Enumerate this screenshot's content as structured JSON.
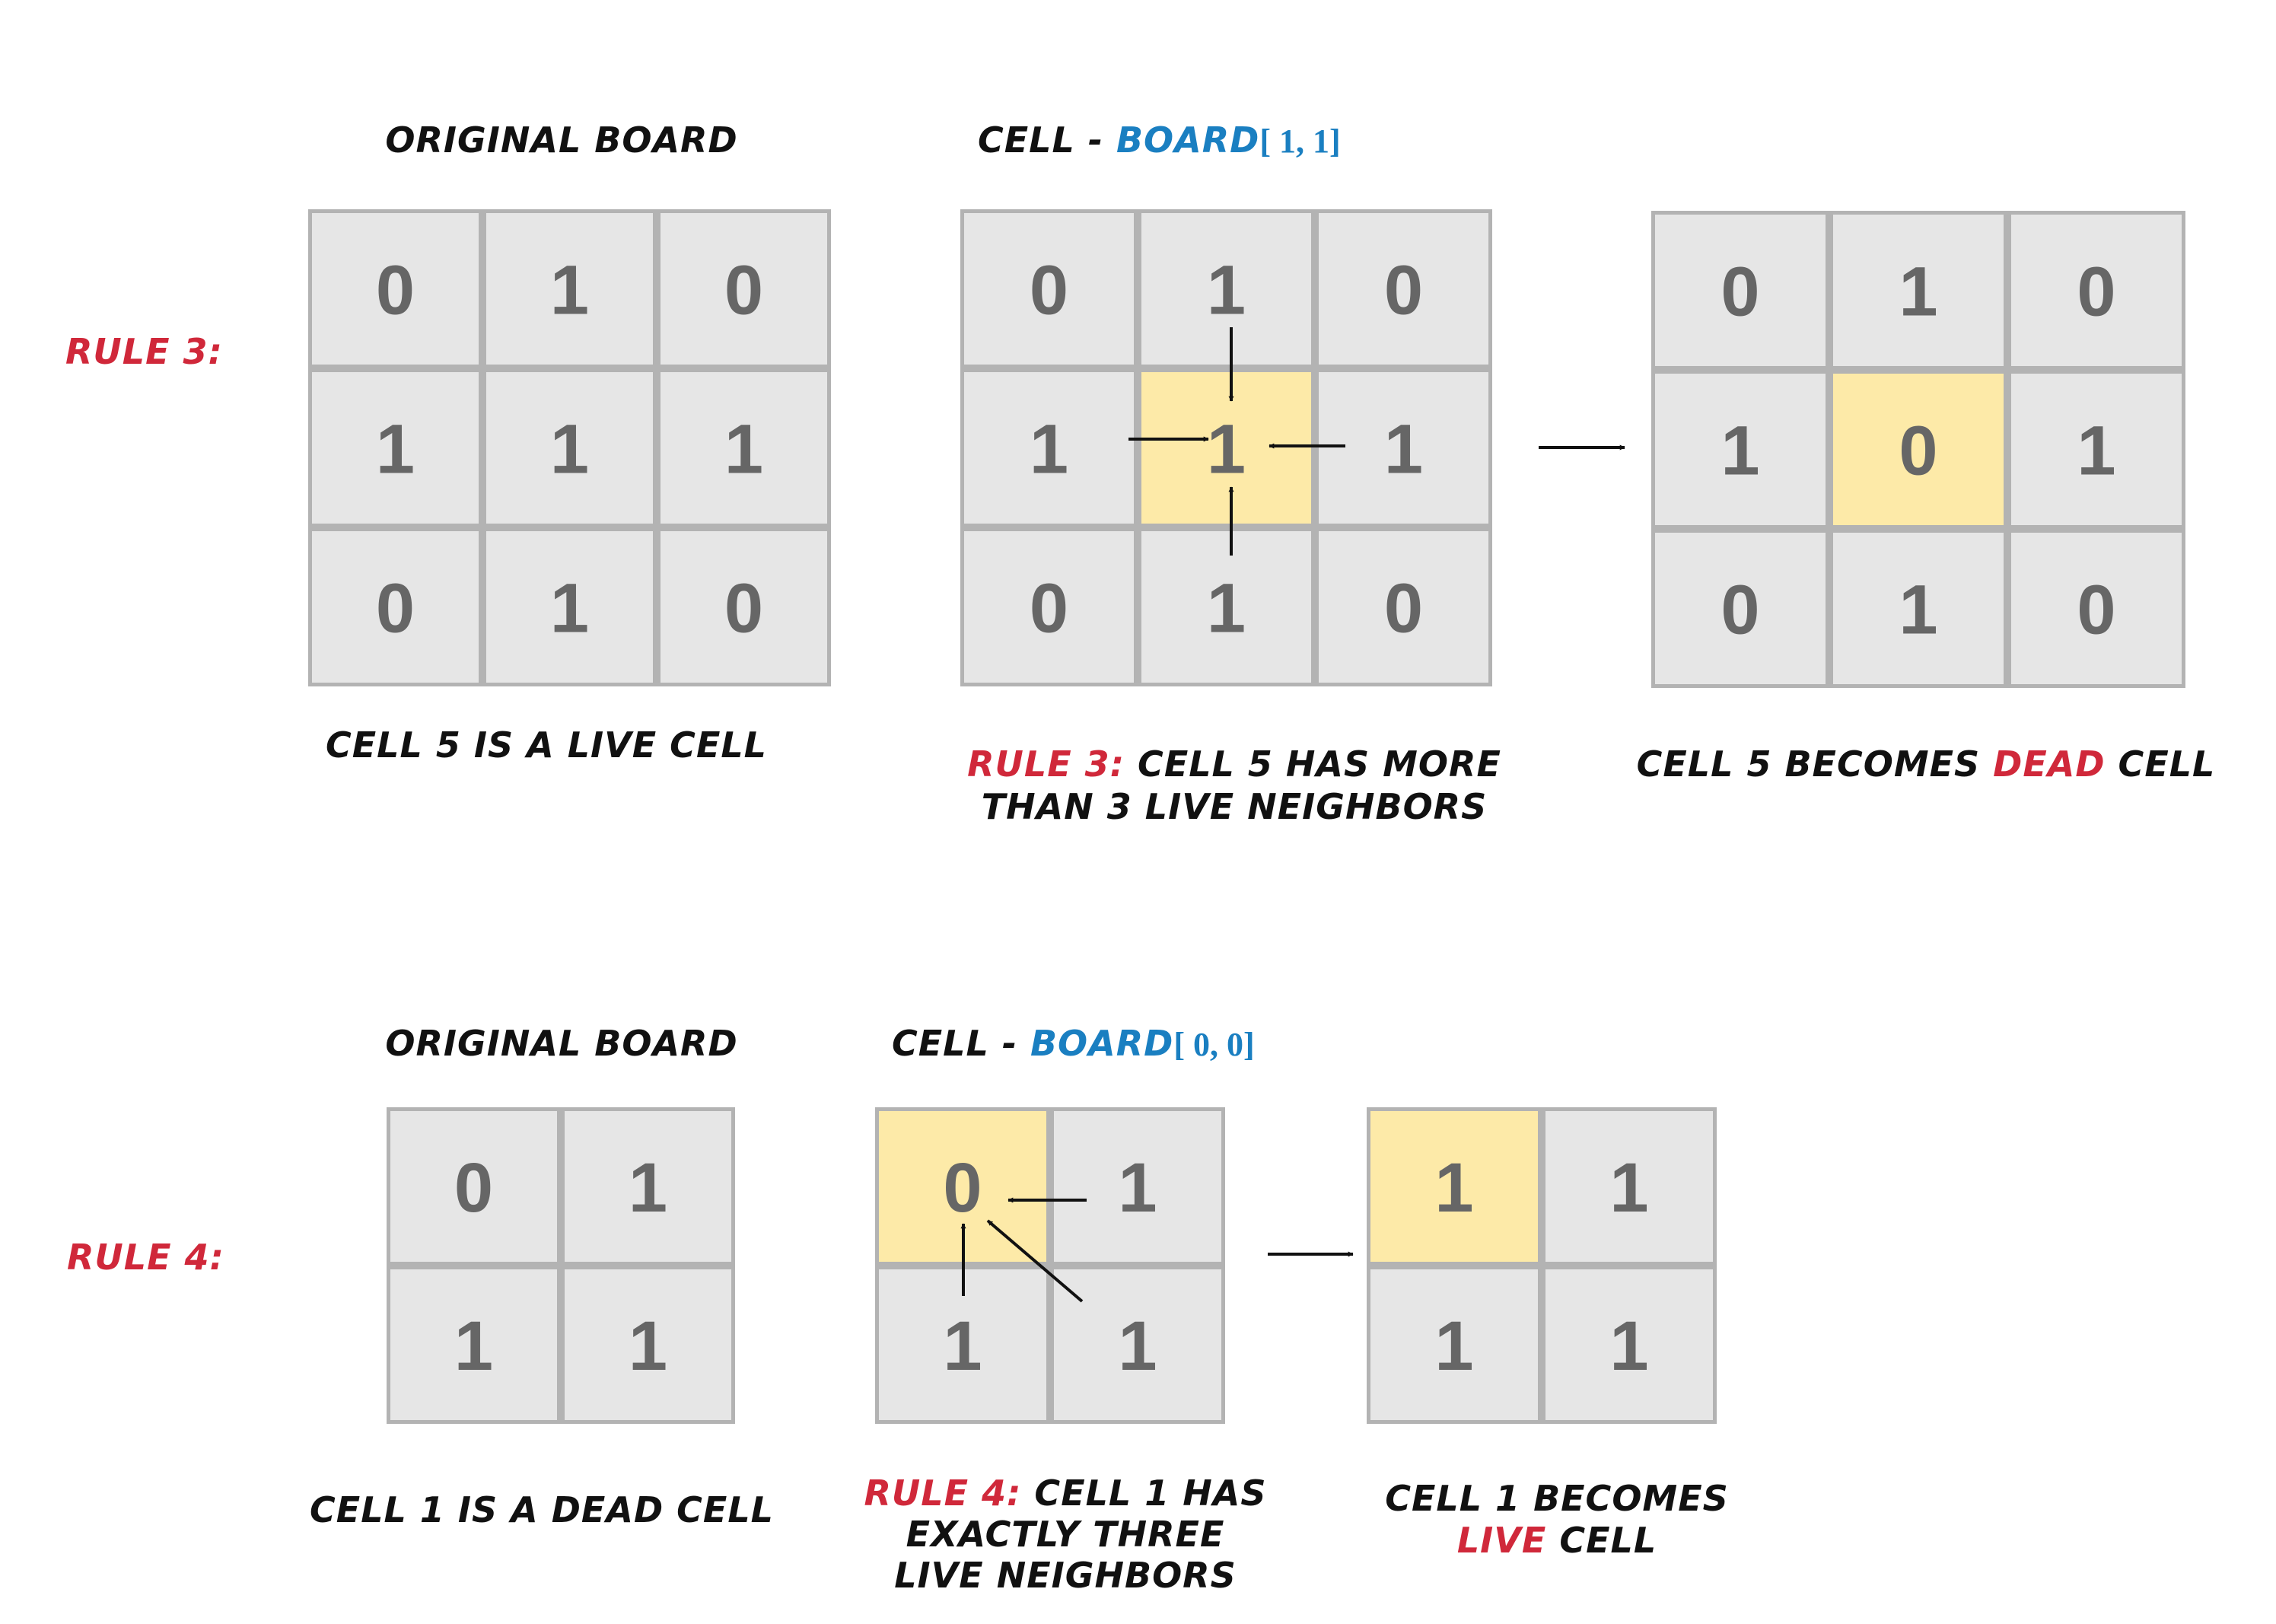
{
  "colors": {
    "cell": "#e6e6e6",
    "highlight": "#fdeaa8",
    "border": "#b3b3b3",
    "digit": "#666666",
    "red": "#d0283a",
    "blue": "#1a7fc1",
    "text": "#111111"
  },
  "rule3": {
    "label": "RULE 3:",
    "original": {
      "title": "ORIGINAL BOARD",
      "grid": [
        [
          0,
          1,
          0
        ],
        [
          1,
          1,
          1
        ],
        [
          0,
          1,
          0
        ]
      ],
      "caption": "CELL 5 IS A LIVE CELL"
    },
    "focus": {
      "title_prefix": "CELL - ",
      "title_board": "BOARD",
      "title_index": "[ 1, 1]",
      "grid": [
        [
          0,
          1,
          0
        ],
        [
          1,
          1,
          1
        ],
        [
          0,
          1,
          0
        ]
      ],
      "highlight": [
        1,
        1
      ],
      "caption_rule": "RULE 3:",
      "caption_line1": " CELL 5 HAS MORE",
      "caption_line2": "THAN 3 LIVE NEIGHBORS"
    },
    "result": {
      "grid": [
        [
          0,
          1,
          0
        ],
        [
          1,
          0,
          1
        ],
        [
          0,
          1,
          0
        ]
      ],
      "highlight": [
        1,
        1
      ],
      "caption_pre": "CELL 5 BECOMES ",
      "caption_emph": "DEAD",
      "caption_post": " CELL"
    }
  },
  "rule4": {
    "label": "RULE 4:",
    "original": {
      "title": "ORIGINAL BOARD",
      "grid": [
        [
          0,
          1
        ],
        [
          1,
          1
        ]
      ],
      "caption": "CELL 1 IS A DEAD CELL"
    },
    "focus": {
      "title_prefix": "CELL - ",
      "title_board": "BOARD",
      "title_index": "[ 0, 0]",
      "grid": [
        [
          0,
          1
        ],
        [
          1,
          1
        ]
      ],
      "highlight": [
        0,
        0
      ],
      "caption_rule": "RULE 4:",
      "caption_line1": " CELL 1 HAS",
      "caption_line2": "EXACTLY THREE",
      "caption_line3": "LIVE NEIGHBORS"
    },
    "result": {
      "grid": [
        [
          1,
          1
        ],
        [
          1,
          1
        ]
      ],
      "highlight": [
        0,
        0
      ],
      "caption_line1": "CELL 1 BECOMES",
      "caption_emph": "LIVE",
      "caption_post": " CELL"
    }
  }
}
